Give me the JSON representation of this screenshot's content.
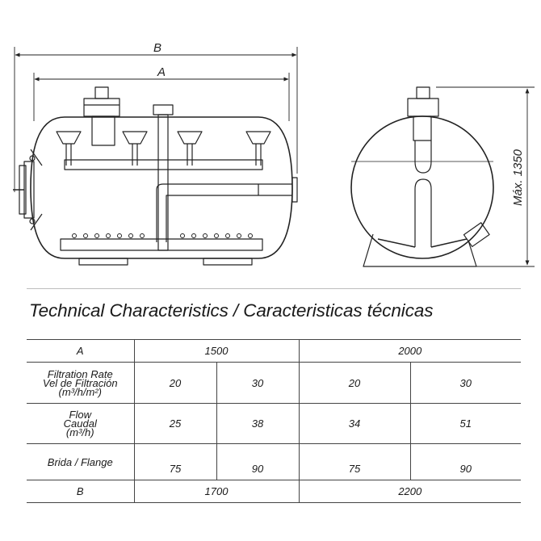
{
  "drawing": {
    "dim_B": "B",
    "dim_A": "A",
    "dim_height": "Máx. 1350"
  },
  "heading": "Technical Characteristics / Caracteristicas técnicas",
  "table": {
    "row_A": {
      "label": "A",
      "v1": "1500",
      "v2": "2000"
    },
    "row_filtration": {
      "label_en": "Filtration Rate",
      "label_es": "Vel de Filtración",
      "unit": "(m³/h/m²)",
      "values": [
        "20",
        "30",
        "20",
        "30"
      ]
    },
    "row_flow": {
      "label_en": "Flow",
      "label_es": "Caudal",
      "unit": "(m³/h)",
      "values": [
        "25",
        "38",
        "34",
        "51"
      ]
    },
    "row_flange": {
      "label": "Brida / Flange",
      "values": [
        "75",
        "90",
        "75",
        "90"
      ]
    },
    "row_B": {
      "label": "B",
      "v1": "1700",
      "v2": "2200"
    }
  }
}
